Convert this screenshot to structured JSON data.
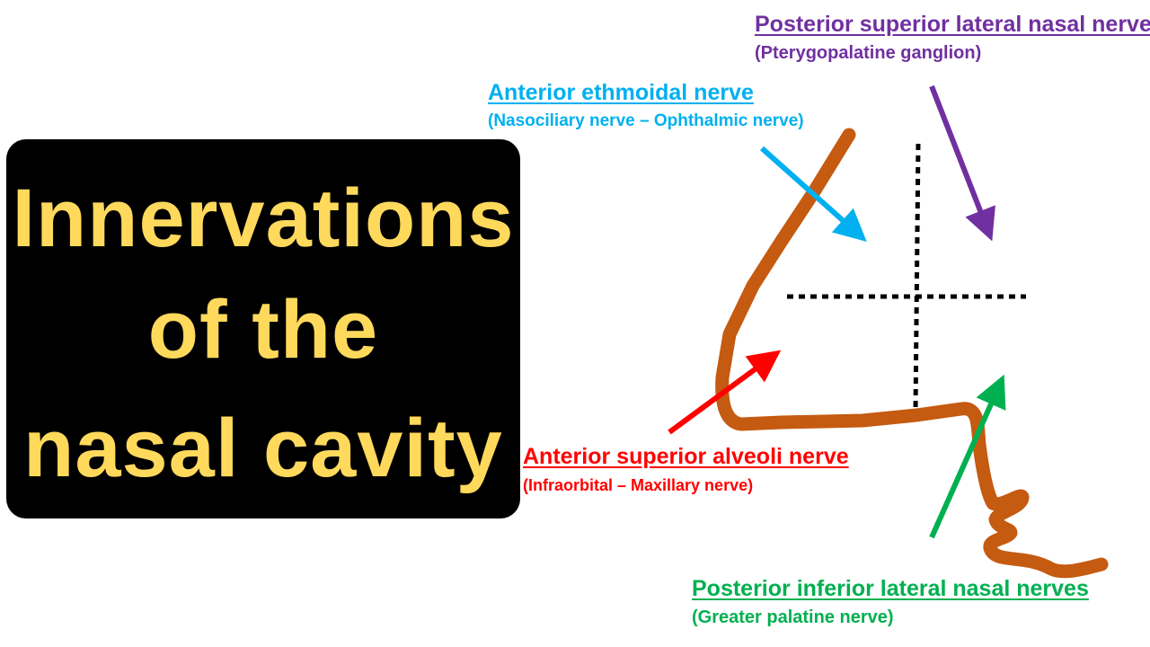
{
  "title": {
    "lines": [
      "Innervations",
      "of the",
      "nasal cavity"
    ]
  },
  "labels": {
    "posterior_superior_lateral": {
      "name": "Posterior superior lateral nasal nerves",
      "source": "(Pterygopalatine ganglion)",
      "color": "#7030a0"
    },
    "anterior_ethmoidal": {
      "name": "Anterior ethmoidal nerve",
      "source": "(Nasociliary nerve – Ophthalmic nerve)",
      "color": "#00b0f0"
    },
    "anterior_superior_alveolar": {
      "name": "Anterior superior alveoli nerve",
      "source": "(Infraorbital – Maxillary nerve)",
      "color": "#ff0000"
    },
    "posterior_inferior_lateral": {
      "name": "Posterior inferior lateral nasal nerves",
      "source": "(Greater palatine nerve)",
      "color": "#00b050"
    }
  },
  "colors": {
    "title_bg": "#000000",
    "title_text": "#ffd95c",
    "nasal_outline": "#c55a11",
    "divider_lines": "#000000"
  }
}
